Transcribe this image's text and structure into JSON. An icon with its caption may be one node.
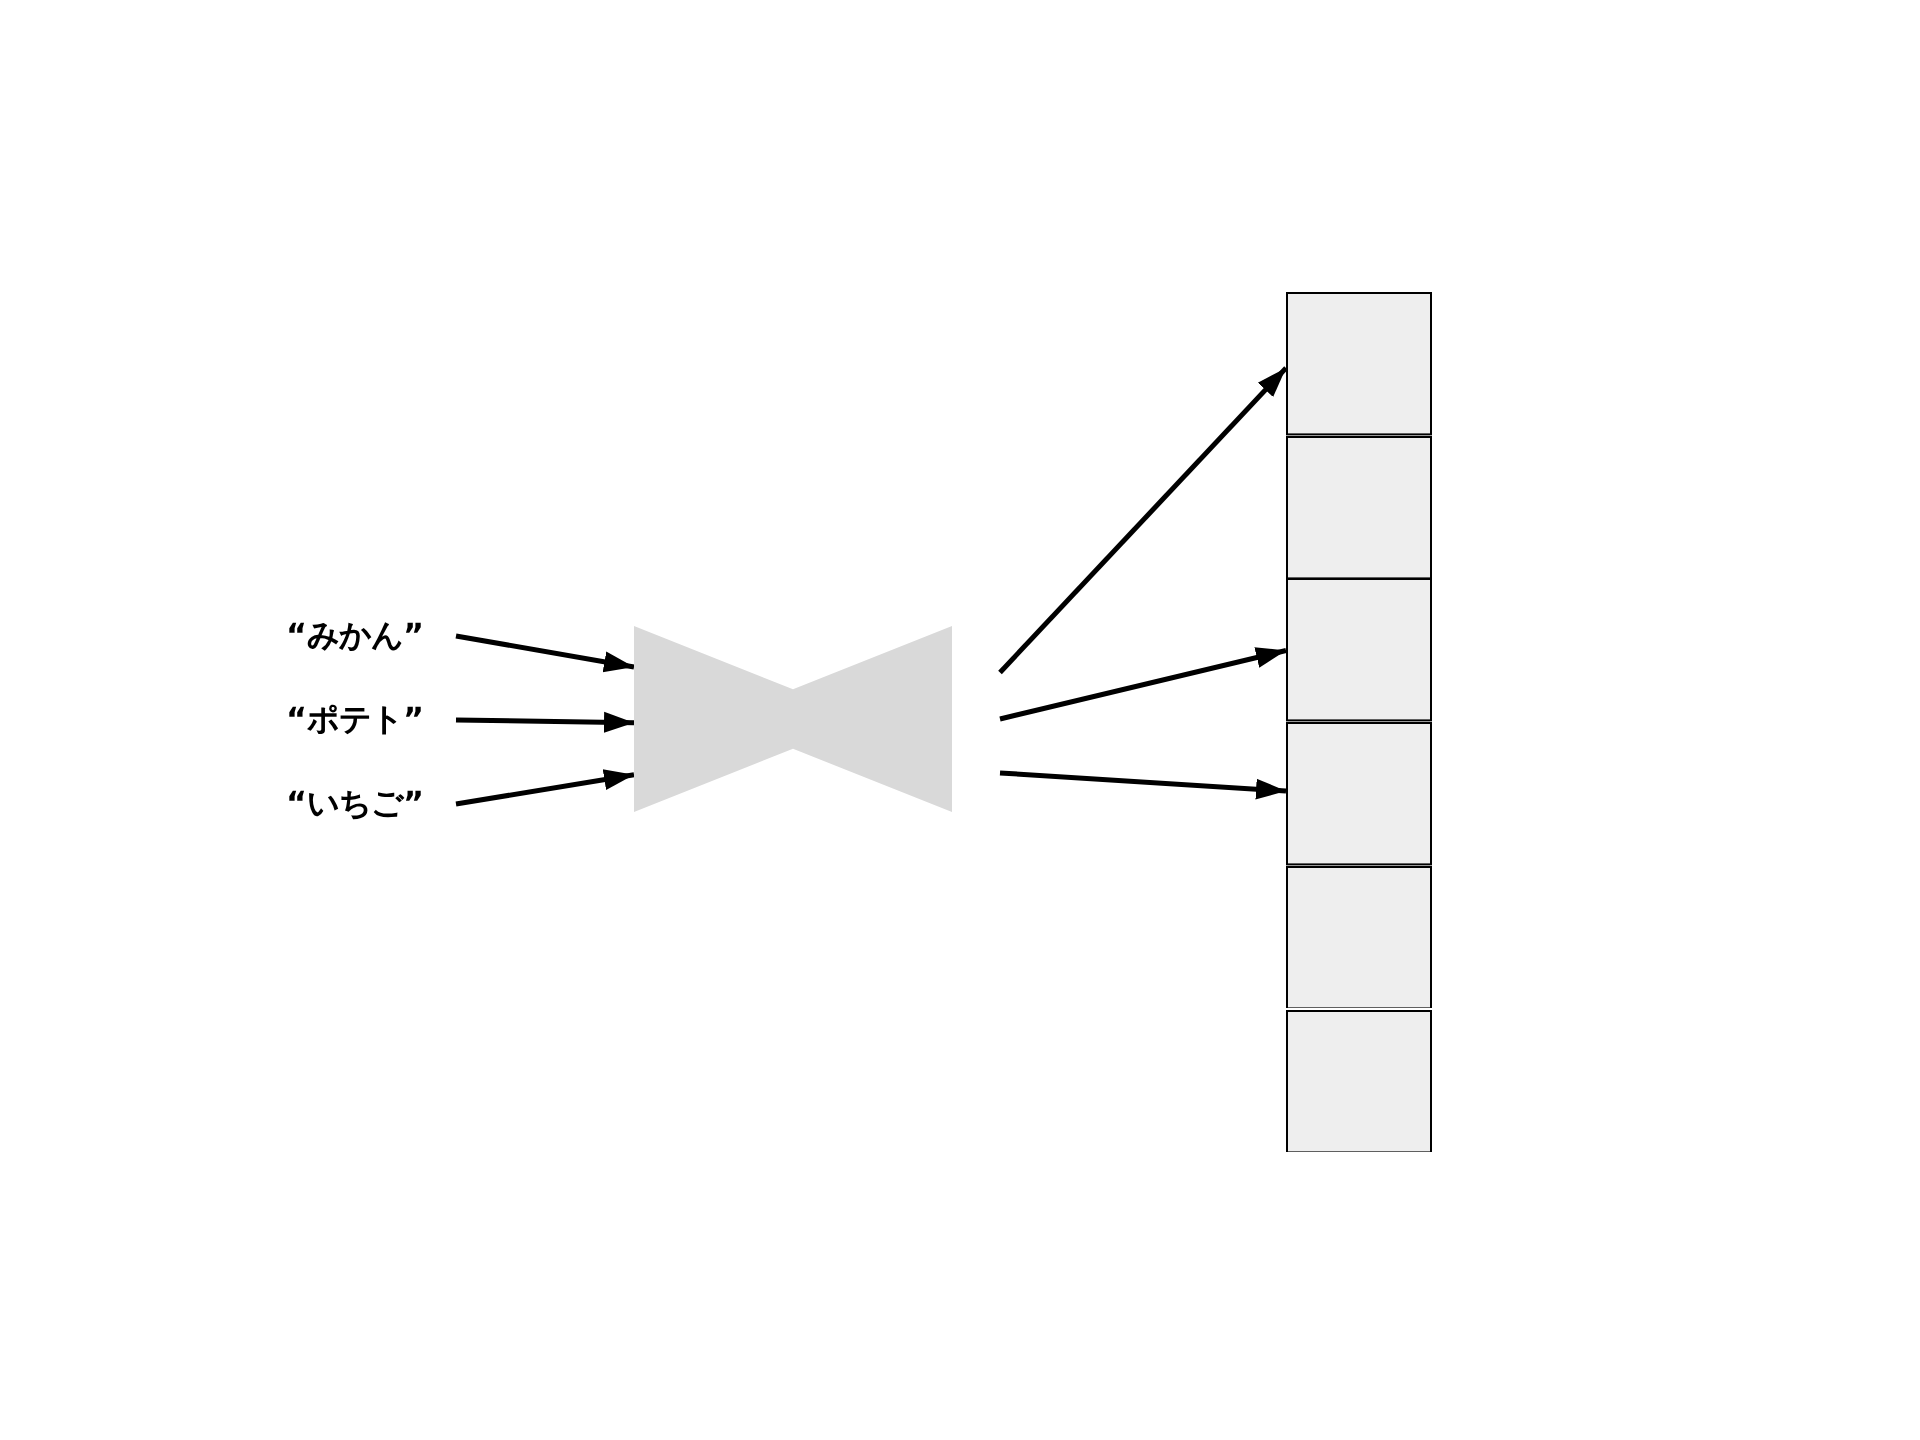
{
  "diagram": {
    "nodes": [
      {
        "text": [
          "“みかん”"
        ]
      },
      {
        "text": [
          "“ポテト”"
        ]
      },
      {
        "text": [
          "“いちご”"
        ]
      },
      {
        "text": [],
        "shape": "bowtie"
      },
      {
        "text": [],
        "shape": "box"
      },
      {
        "text": [],
        "shape": "box"
      },
      {
        "text": [],
        "shape": "box"
      },
      {
        "text": [],
        "shape": "box"
      },
      {
        "text": [],
        "shape": "box"
      },
      {
        "text": [],
        "shape": "box"
      }
    ],
    "edges": [
      {
        "from": 0,
        "to": 3,
        "arrow": "to"
      },
      {
        "from": 1,
        "to": 3,
        "arrow": "to"
      },
      {
        "from": 2,
        "to": 3,
        "arrow": "to"
      },
      {
        "from": 3,
        "to": 4,
        "arrow": "to"
      },
      {
        "from": 3,
        "to": 6,
        "arrow": "to"
      },
      {
        "from": 3,
        "to": 7,
        "arrow": "to"
      }
    ]
  }
}
